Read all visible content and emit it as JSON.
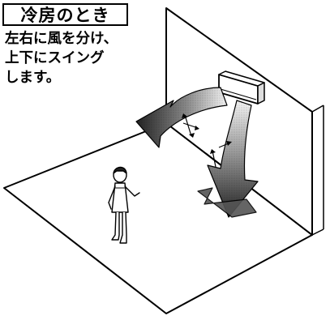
{
  "title": "冷房のとき",
  "description": {
    "line1": "左右に風を分け、",
    "line2": "上下にスイング",
    "line3": "します。"
  }
}
